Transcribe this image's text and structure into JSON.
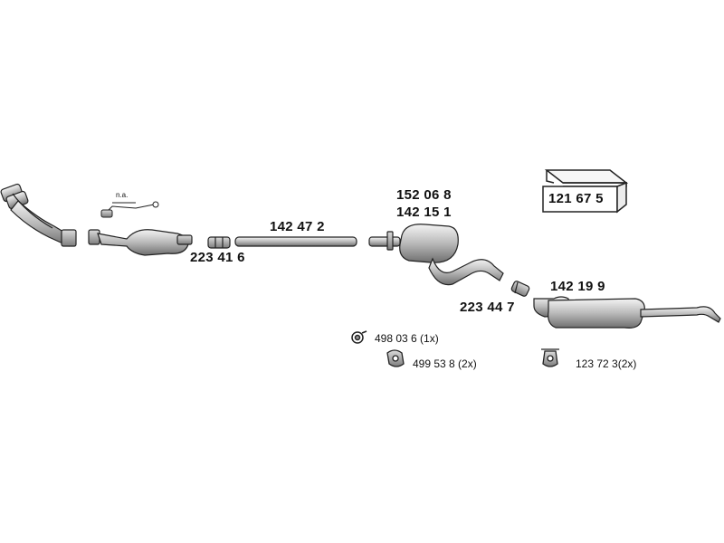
{
  "parts": {
    "cat_converter": "223 41 6",
    "middle_pipe": "142 47 2",
    "front_silencer_a": "152 06 8",
    "front_silencer_b": "142 15 1",
    "mounting_kit": "121 67 5",
    "clamp_rear": "223 44 7",
    "rear_silencer": "142 19 9",
    "gasket_ring": "498 03 6 (1x)",
    "rubber_mount": "499 53 8 (2x)",
    "hanger": "123 72 3(2x)",
    "sensor_note": "n.a."
  },
  "colors": {
    "line": "#222222",
    "fill_light": "#e6e6e6",
    "fill_mid": "#bdbdbd",
    "fill_dark": "#8a8a8a"
  }
}
